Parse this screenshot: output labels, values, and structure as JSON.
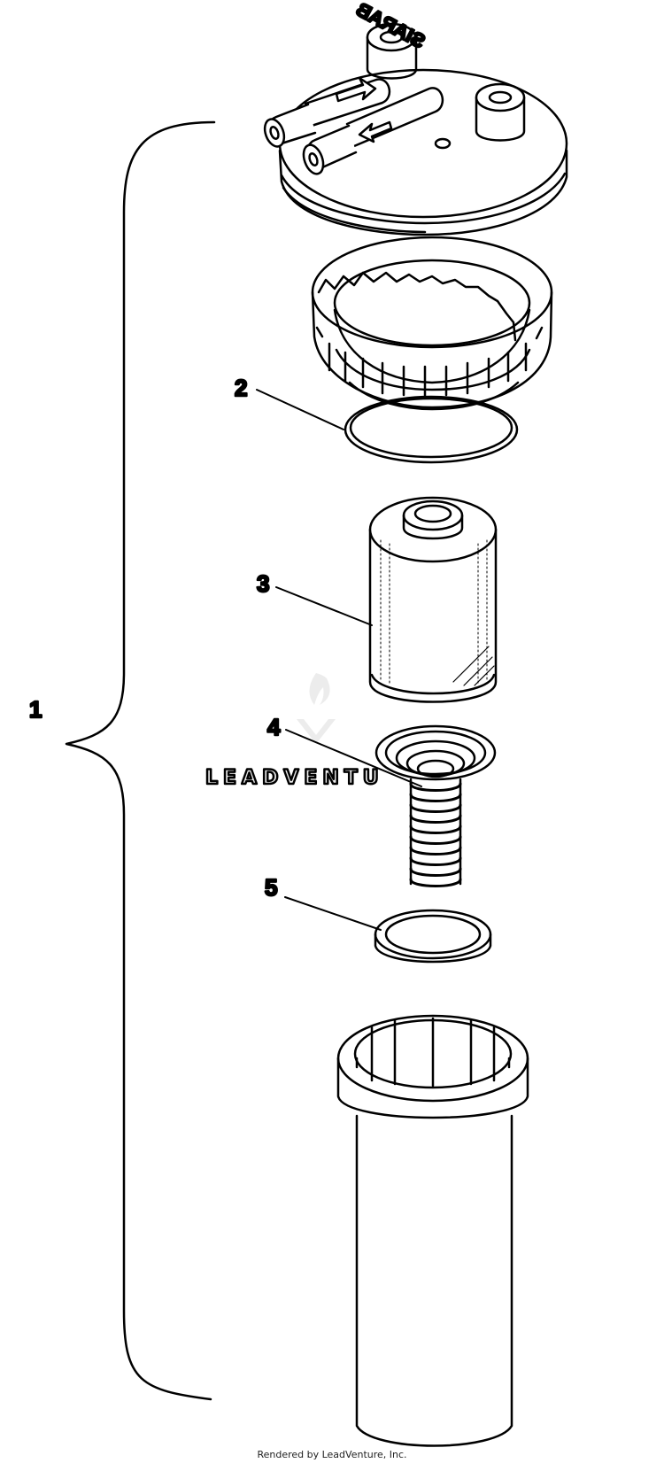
{
  "callouts": {
    "assembly": "1",
    "o_ring": "2",
    "filter_element": "3",
    "spring": "4",
    "seal_ring": "5"
  },
  "brand_mark": "SIARAB",
  "watermark": "LEADVENTU",
  "footer": "Rendered by LeadVenture, Inc."
}
